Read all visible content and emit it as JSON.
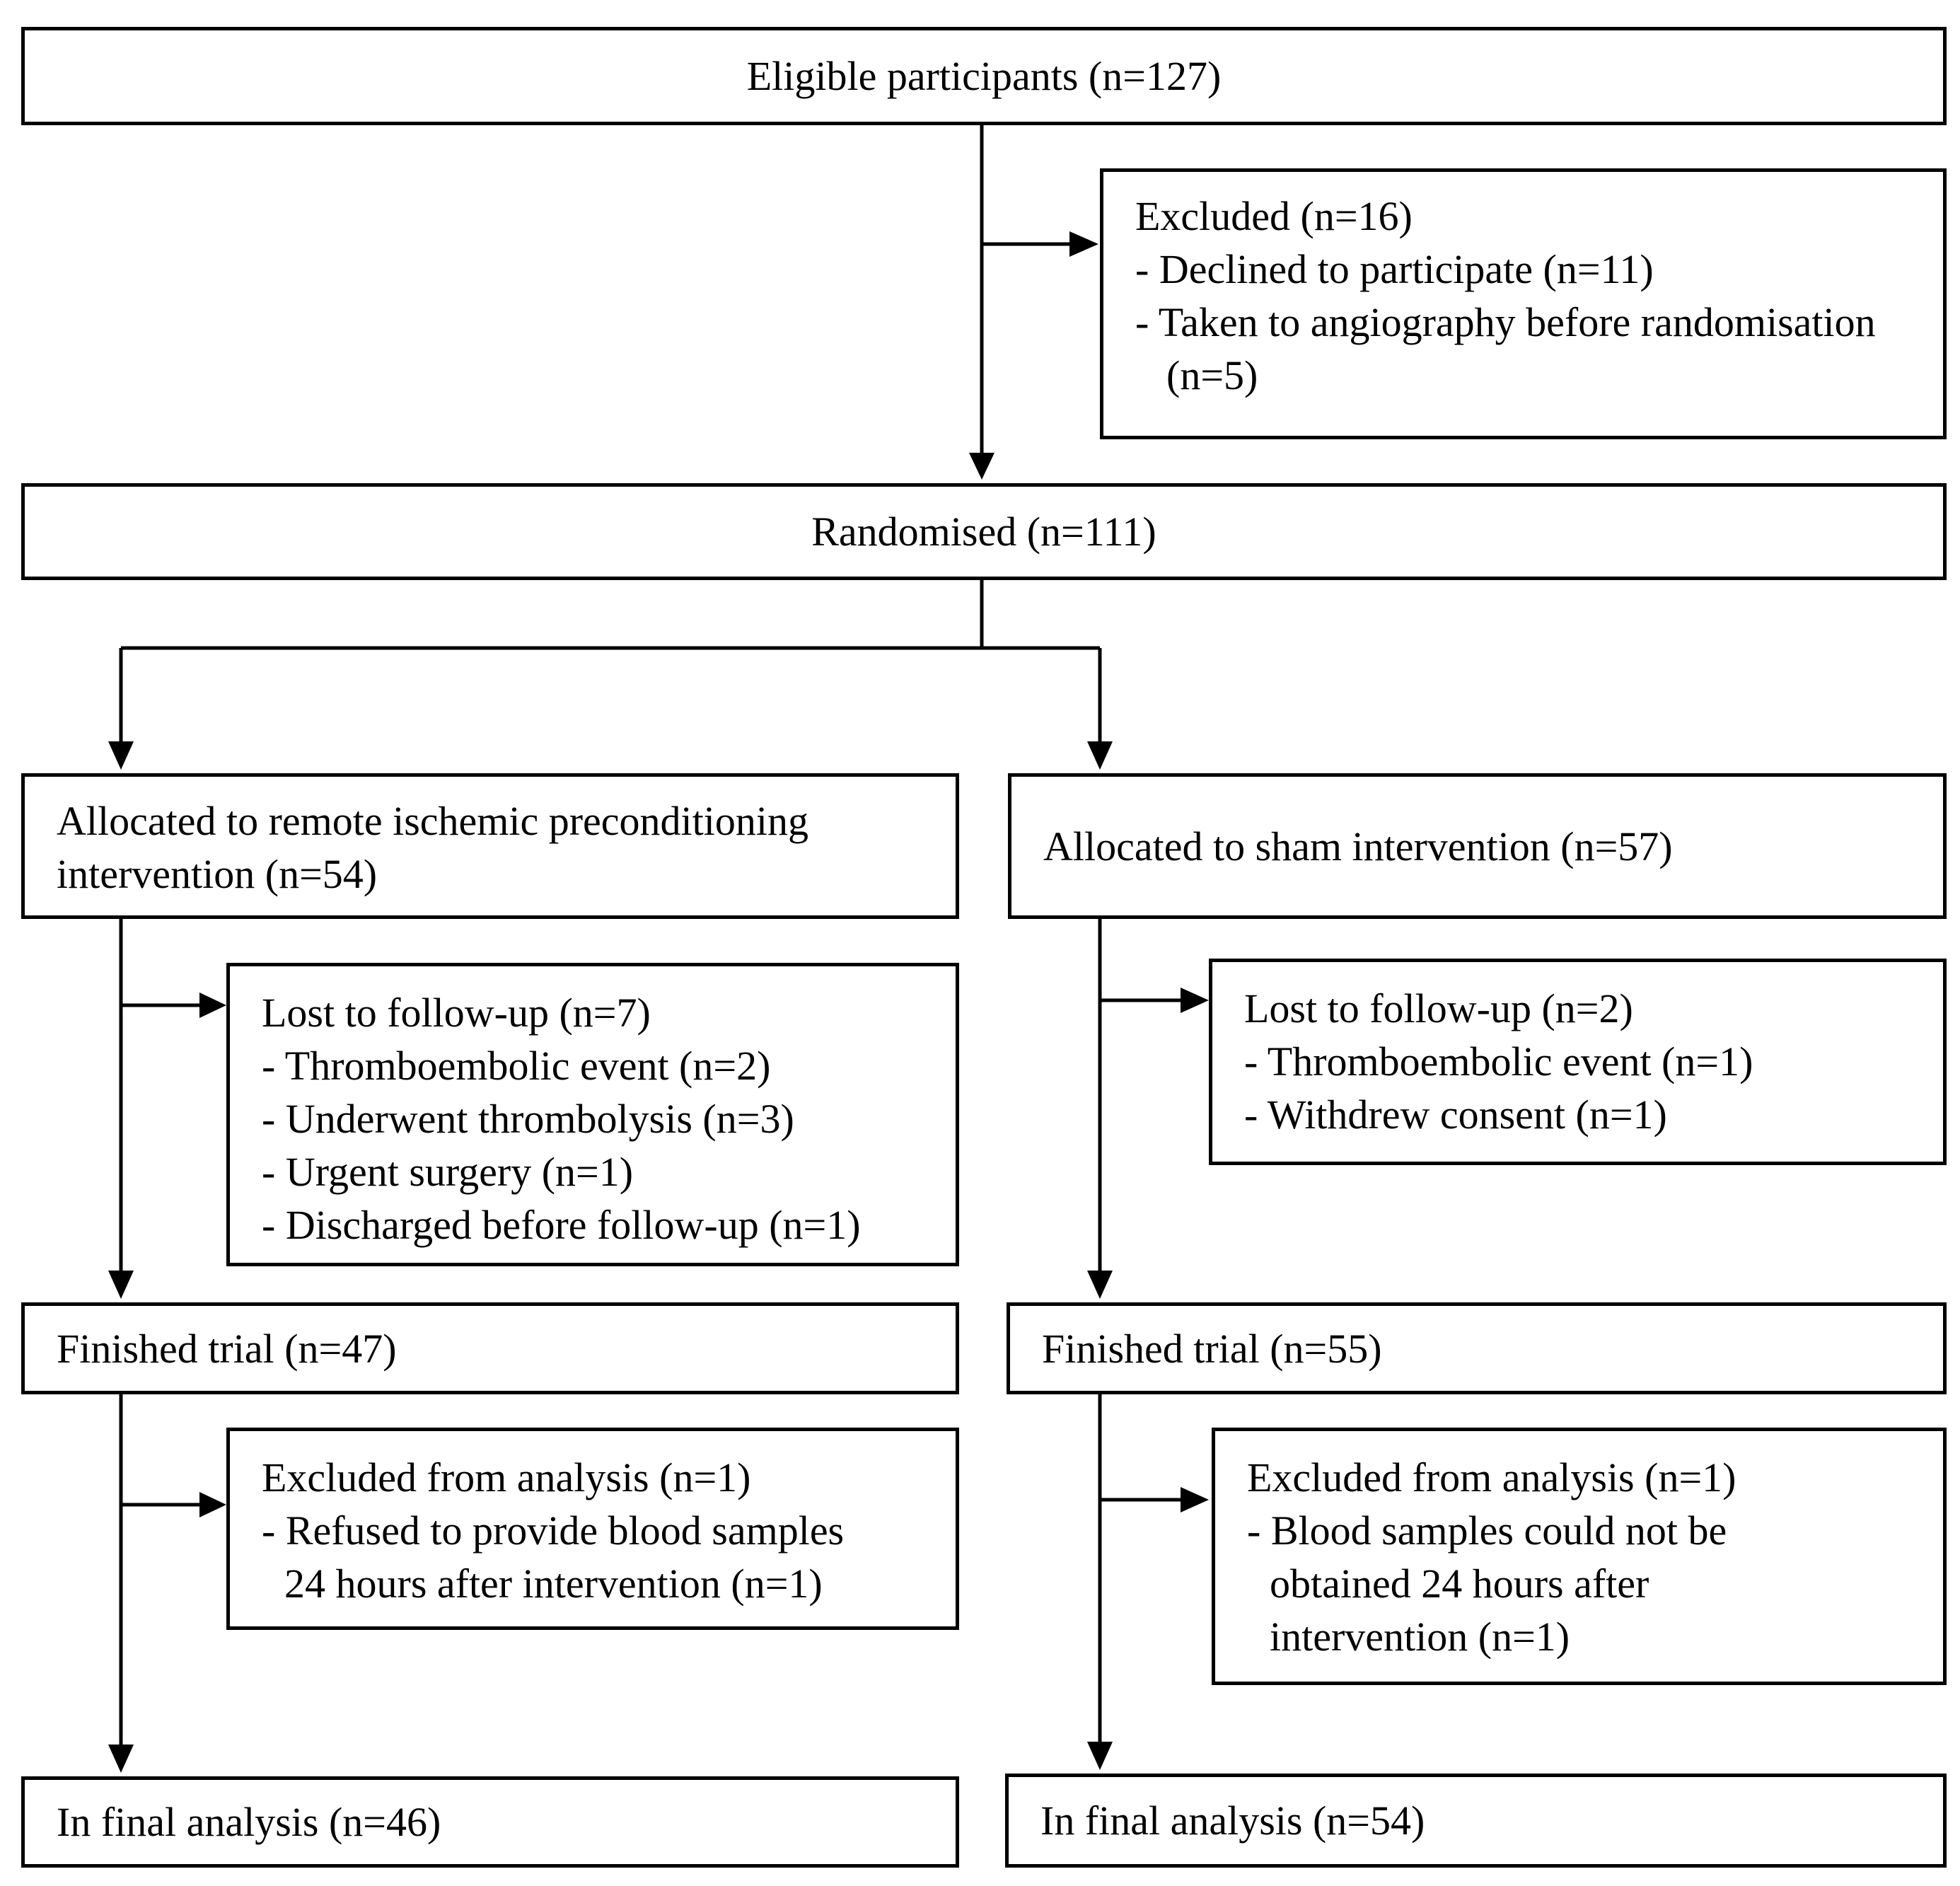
{
  "flowchart": {
    "eligible": "Eligible participants (n=127)",
    "excluded": {
      "title": "Excluded (n=16)",
      "items": [
        "- Declined to participate (n=11)",
        "- Taken to angiography before randomisation",
        "(n=5)"
      ]
    },
    "randomised": "Randomised (n=111)",
    "arms": {
      "ric": {
        "allocated_line1": "Allocated to remote ischemic preconditioning",
        "allocated_line2": "intervention (n=54)",
        "lost": {
          "title": "Lost to follow-up (n=7)",
          "items": [
            "- Thromboembolic event (n=2)",
            "- Underwent thrombolysis (n=3)",
            "- Urgent surgery (n=1)",
            "- Discharged before follow-up (n=1)"
          ]
        },
        "finished": "Finished trial (n=47)",
        "excluded_analysis": {
          "title": "Excluded from analysis (n=1)",
          "items": [
            "- Refused to provide blood samples",
            "24 hours after intervention (n=1)"
          ]
        },
        "final": "In final analysis (n=46)"
      },
      "sham": {
        "allocated": "Allocated to sham intervention (n=57)",
        "lost": {
          "title": "Lost to follow-up (n=2)",
          "items": [
            "- Thromboembolic event (n=1)",
            "- Withdrew consent (n=1)"
          ]
        },
        "finished": "Finished trial (n=55)",
        "excluded_analysis": {
          "title": "Excluded from analysis (n=1)",
          "items": [
            "- Blood samples could not be",
            "obtained 24 hours after",
            "intervention (n=1)"
          ]
        },
        "final": "In final analysis (n=54)"
      }
    }
  }
}
